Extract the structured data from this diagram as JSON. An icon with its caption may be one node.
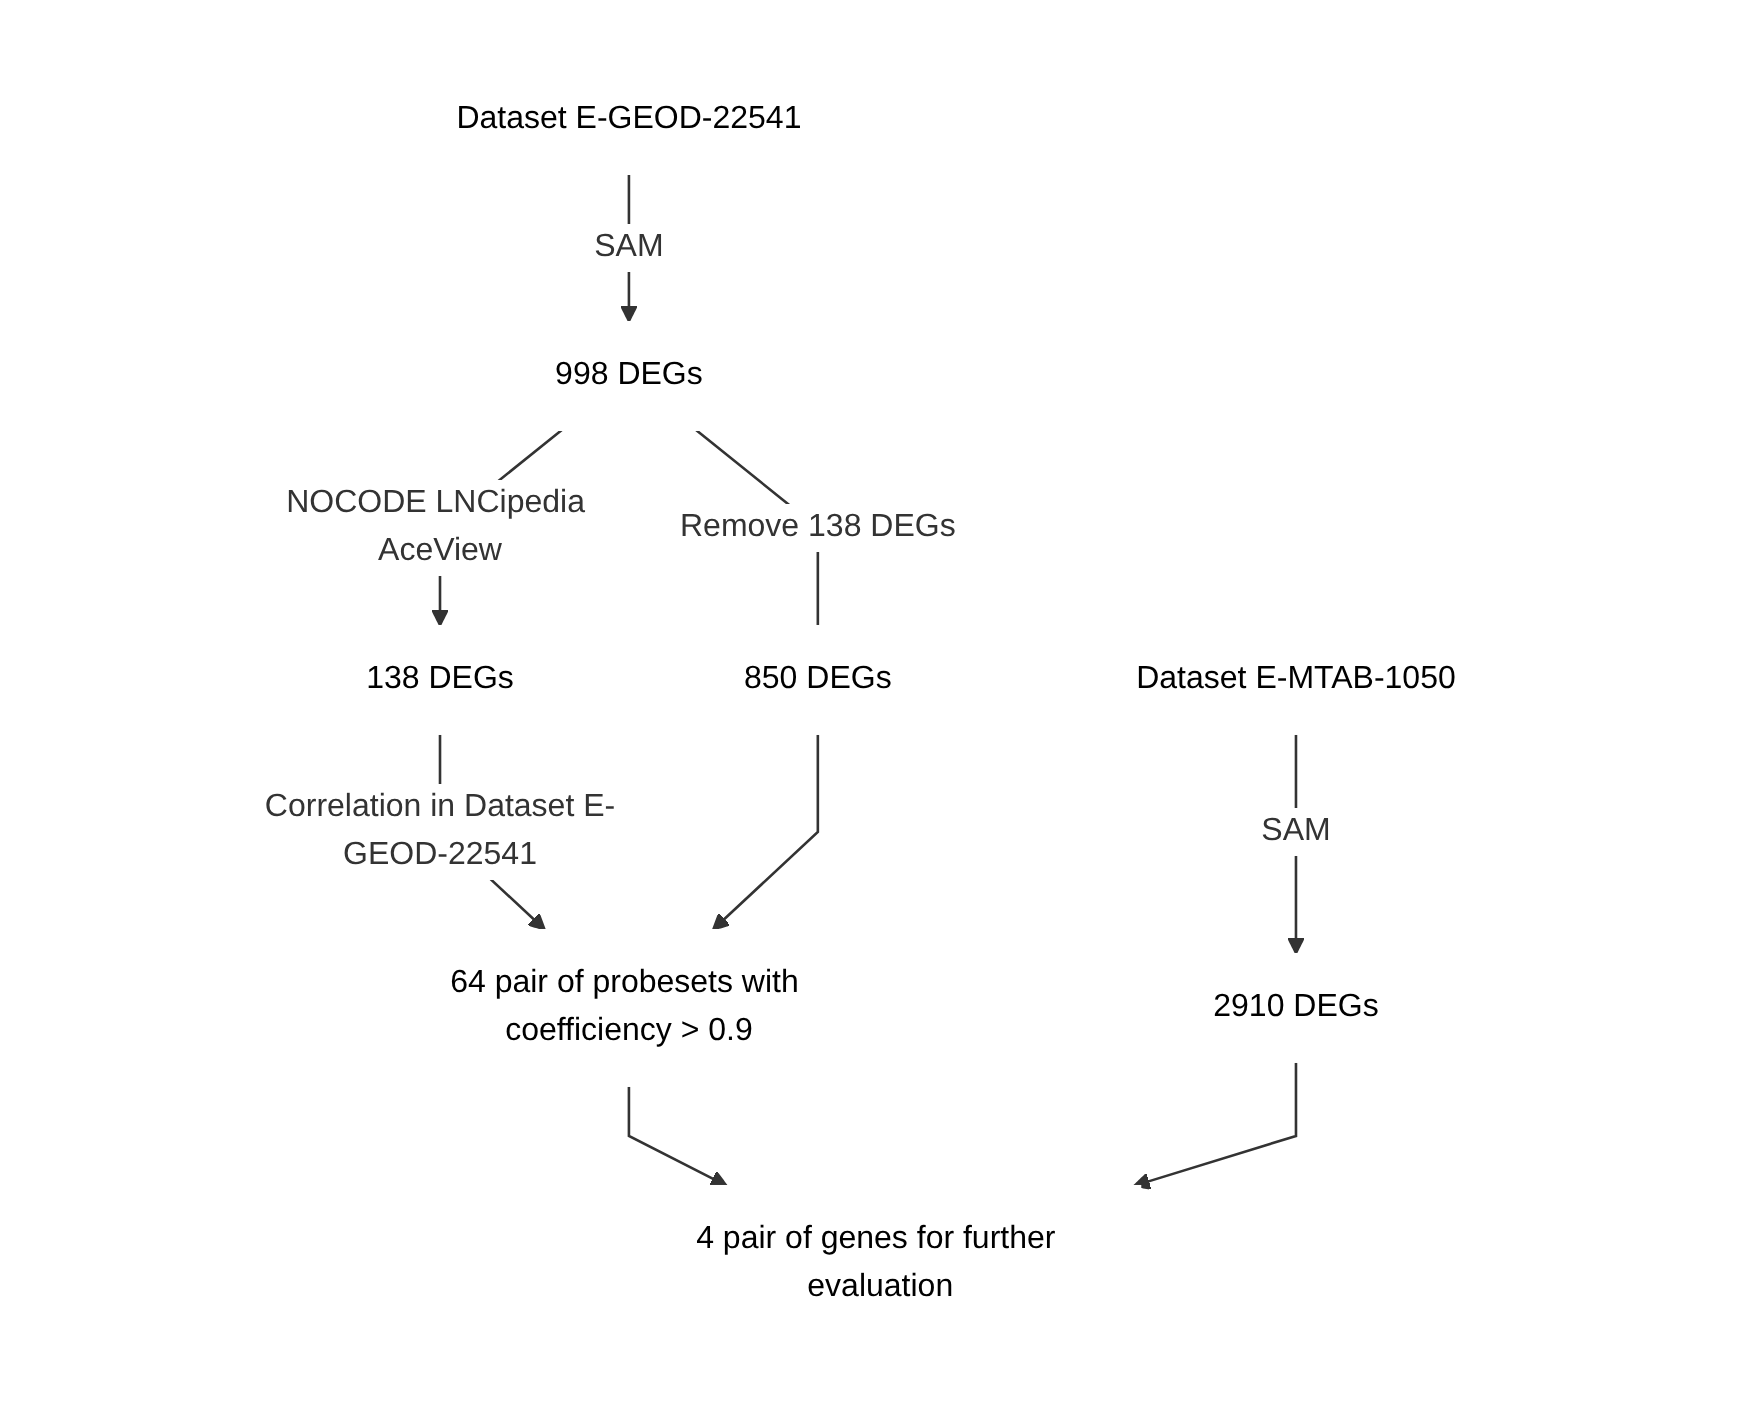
{
  "diagram": {
    "nodes": [
      {
        "text": [
          "Dataset E-GEOD-22541"
        ]
      },
      {
        "text": [
          "998 DEGs"
        ]
      },
      {
        "text": [
          "138 DEGs"
        ]
      },
      {
        "text": [
          "850 DEGs"
        ]
      },
      {
        "text": [
          "64 pair of probesets with coefficiency > 0.9"
        ]
      },
      {
        "text": [
          "Dataset E-MTAB-1050"
        ]
      },
      {
        "text": [
          "2910 DEGs"
        ]
      },
      {
        "text": [
          "4 pair of genes for further evaluation"
        ]
      }
    ],
    "edges": [
      {
        "from": 0,
        "to": 1,
        "arrow": "to",
        "label": "SAM"
      },
      {
        "from": 1,
        "to": 2,
        "arrow": "to",
        "label": "NOCODE LNCipedia AceView"
      },
      {
        "from": 1,
        "to": 3,
        "arrow": "none",
        "label": "Remove 138 DEGs"
      },
      {
        "from": 2,
        "to": 4,
        "arrow": "to",
        "label": "Correlation in Dataset E-GEOD-22541"
      },
      {
        "from": 3,
        "to": 4,
        "arrow": "to"
      },
      {
        "from": 5,
        "to": 6,
        "arrow": "to",
        "label": "SAM"
      },
      {
        "from": 4,
        "to": 7,
        "arrow": "to"
      },
      {
        "from": 6,
        "to": 7,
        "arrow": "to"
      }
    ]
  }
}
